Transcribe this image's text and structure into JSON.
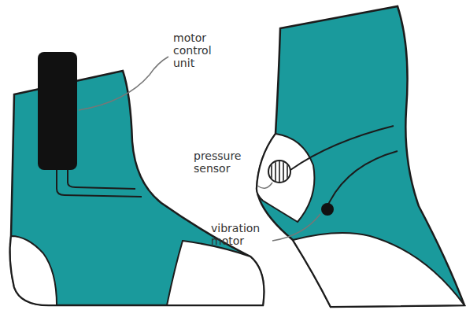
{
  "diagram": {
    "labels": [
      "motor control unit",
      "pressure sensor",
      "vibration motor"
    ]
  }
}
